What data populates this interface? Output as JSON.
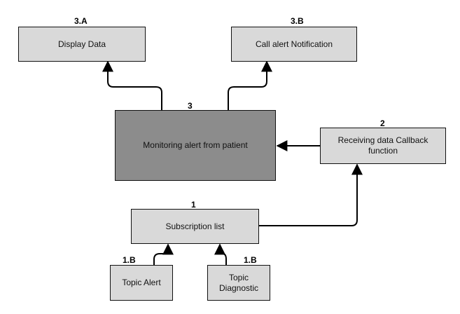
{
  "nodes": {
    "display_data": {
      "number": "3.A",
      "label": "Display Data"
    },
    "call_alert": {
      "number": "3.B",
      "label": "Call alert Notification"
    },
    "monitoring": {
      "number": "3",
      "label": "Monitoring alert from patient"
    },
    "receiving": {
      "number": "2",
      "label": "Receiving data Callback function"
    },
    "subscription": {
      "number": "1",
      "label": "Subscription list"
    },
    "topic_alert": {
      "number": "1.B",
      "label": "Topic Alert"
    },
    "topic_diagnostic": {
      "number": "1.B",
      "label": "Topic Diagnostic"
    }
  },
  "colors": {
    "box_fill": "#d9d9d9",
    "monitoring_fill": "#8c8c8c",
    "line": "#000000"
  }
}
